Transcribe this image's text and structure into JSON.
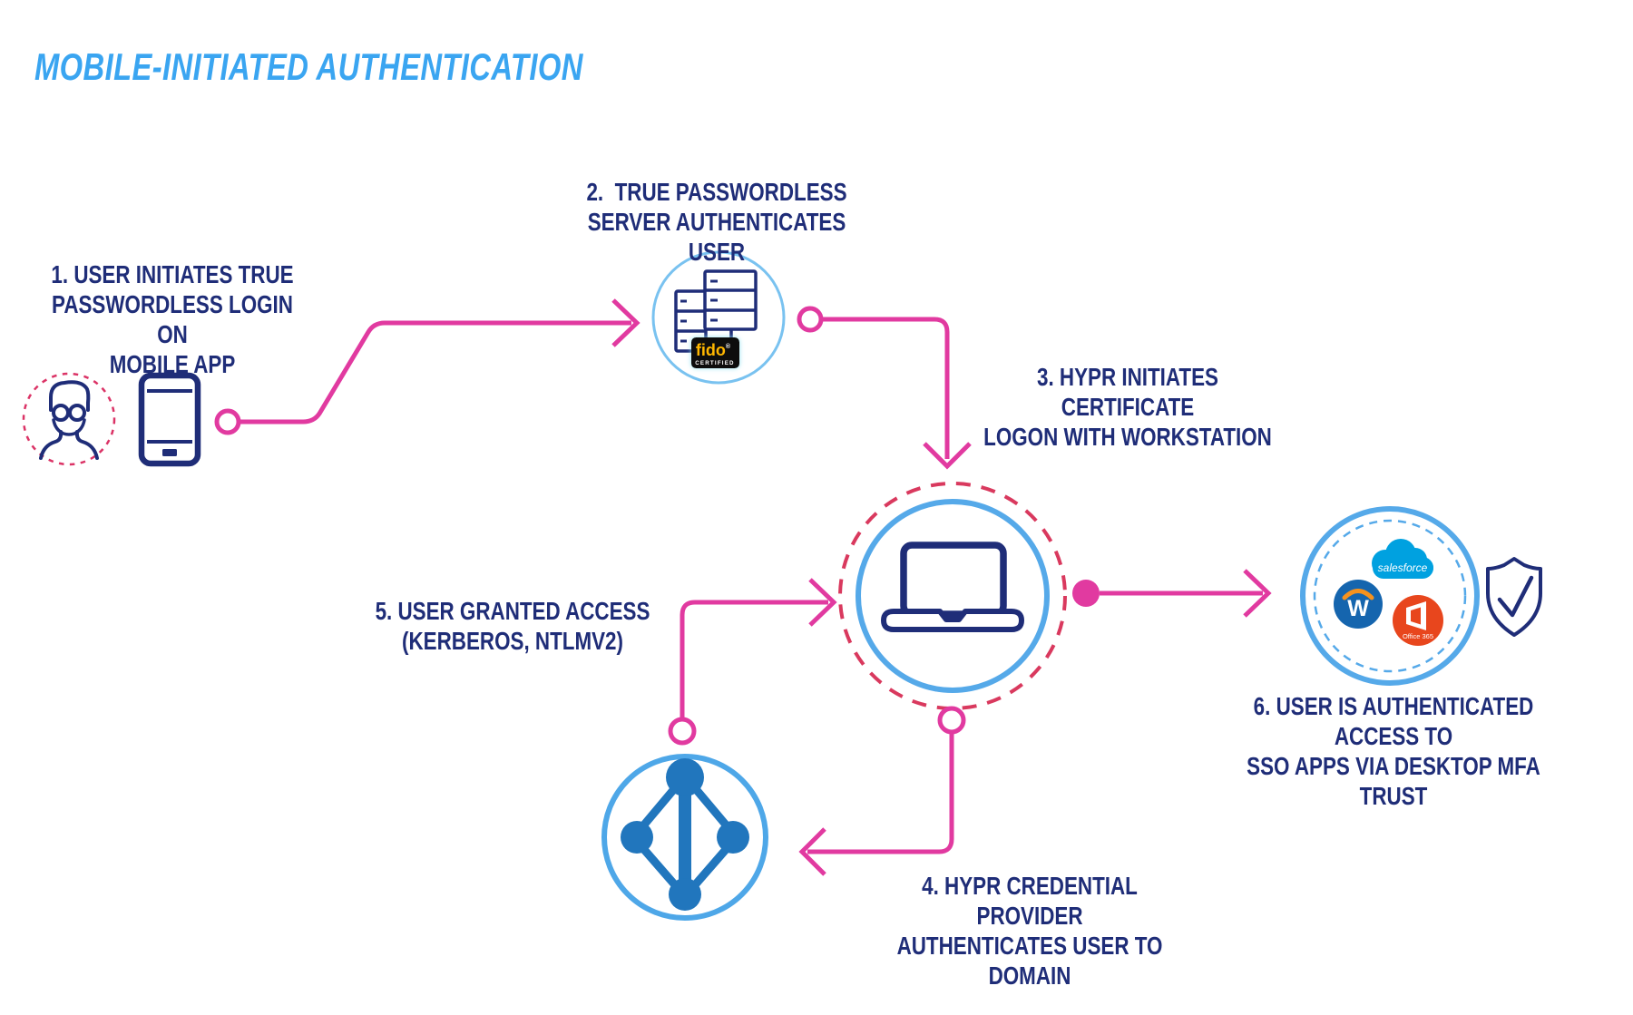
{
  "title": "MOBILE-INITIATED AUTHENTICATION",
  "steps": [
    {
      "label": "1. USER INITIATES TRUE\nPASSWORDLESS LOGIN ON\nMOBILE APP"
    },
    {
      "label": "2.  TRUE PASSWORDLESS\nSERVER AUTHENTICATES USER"
    },
    {
      "label": "3. HYPR INITIATES CERTIFICATE\nLOGON WITH WORKSTATION"
    },
    {
      "label": "4. HYPR CREDENTIAL PROVIDER\nAUTHENTICATES USER TO DOMAIN"
    },
    {
      "label": "5. USER GRANTED ACCESS\n(KERBEROS, NTLMV2)"
    },
    {
      "label": "6. USER IS AUTHENTICATED ACCESS TO\nSSO APPS VIA DESKTOP MFA TRUST"
    }
  ],
  "fido_badge": {
    "brand": "fido",
    "reg": "®",
    "subtext": "CERTIFIED"
  },
  "logos": {
    "salesforce": "salesforce",
    "workday_letter": "W",
    "office": "Office 365"
  },
  "colors": {
    "title_blue": "#3AA5F1",
    "navy_text_icons": "#1F2D78",
    "magenta_flow": "#E13AA0",
    "crimson_dashed": "#D9395E",
    "light_blue_rings": "#55A9E9",
    "active_directory_blue": "#2176BD",
    "salesforce_blue": "#00A1E0",
    "workday_blue": "#1565AE",
    "workday_orange": "#F6921E",
    "office_orange": "#E8461D",
    "fido_gold": "#FFB700",
    "fido_black": "#0D0D0D"
  }
}
